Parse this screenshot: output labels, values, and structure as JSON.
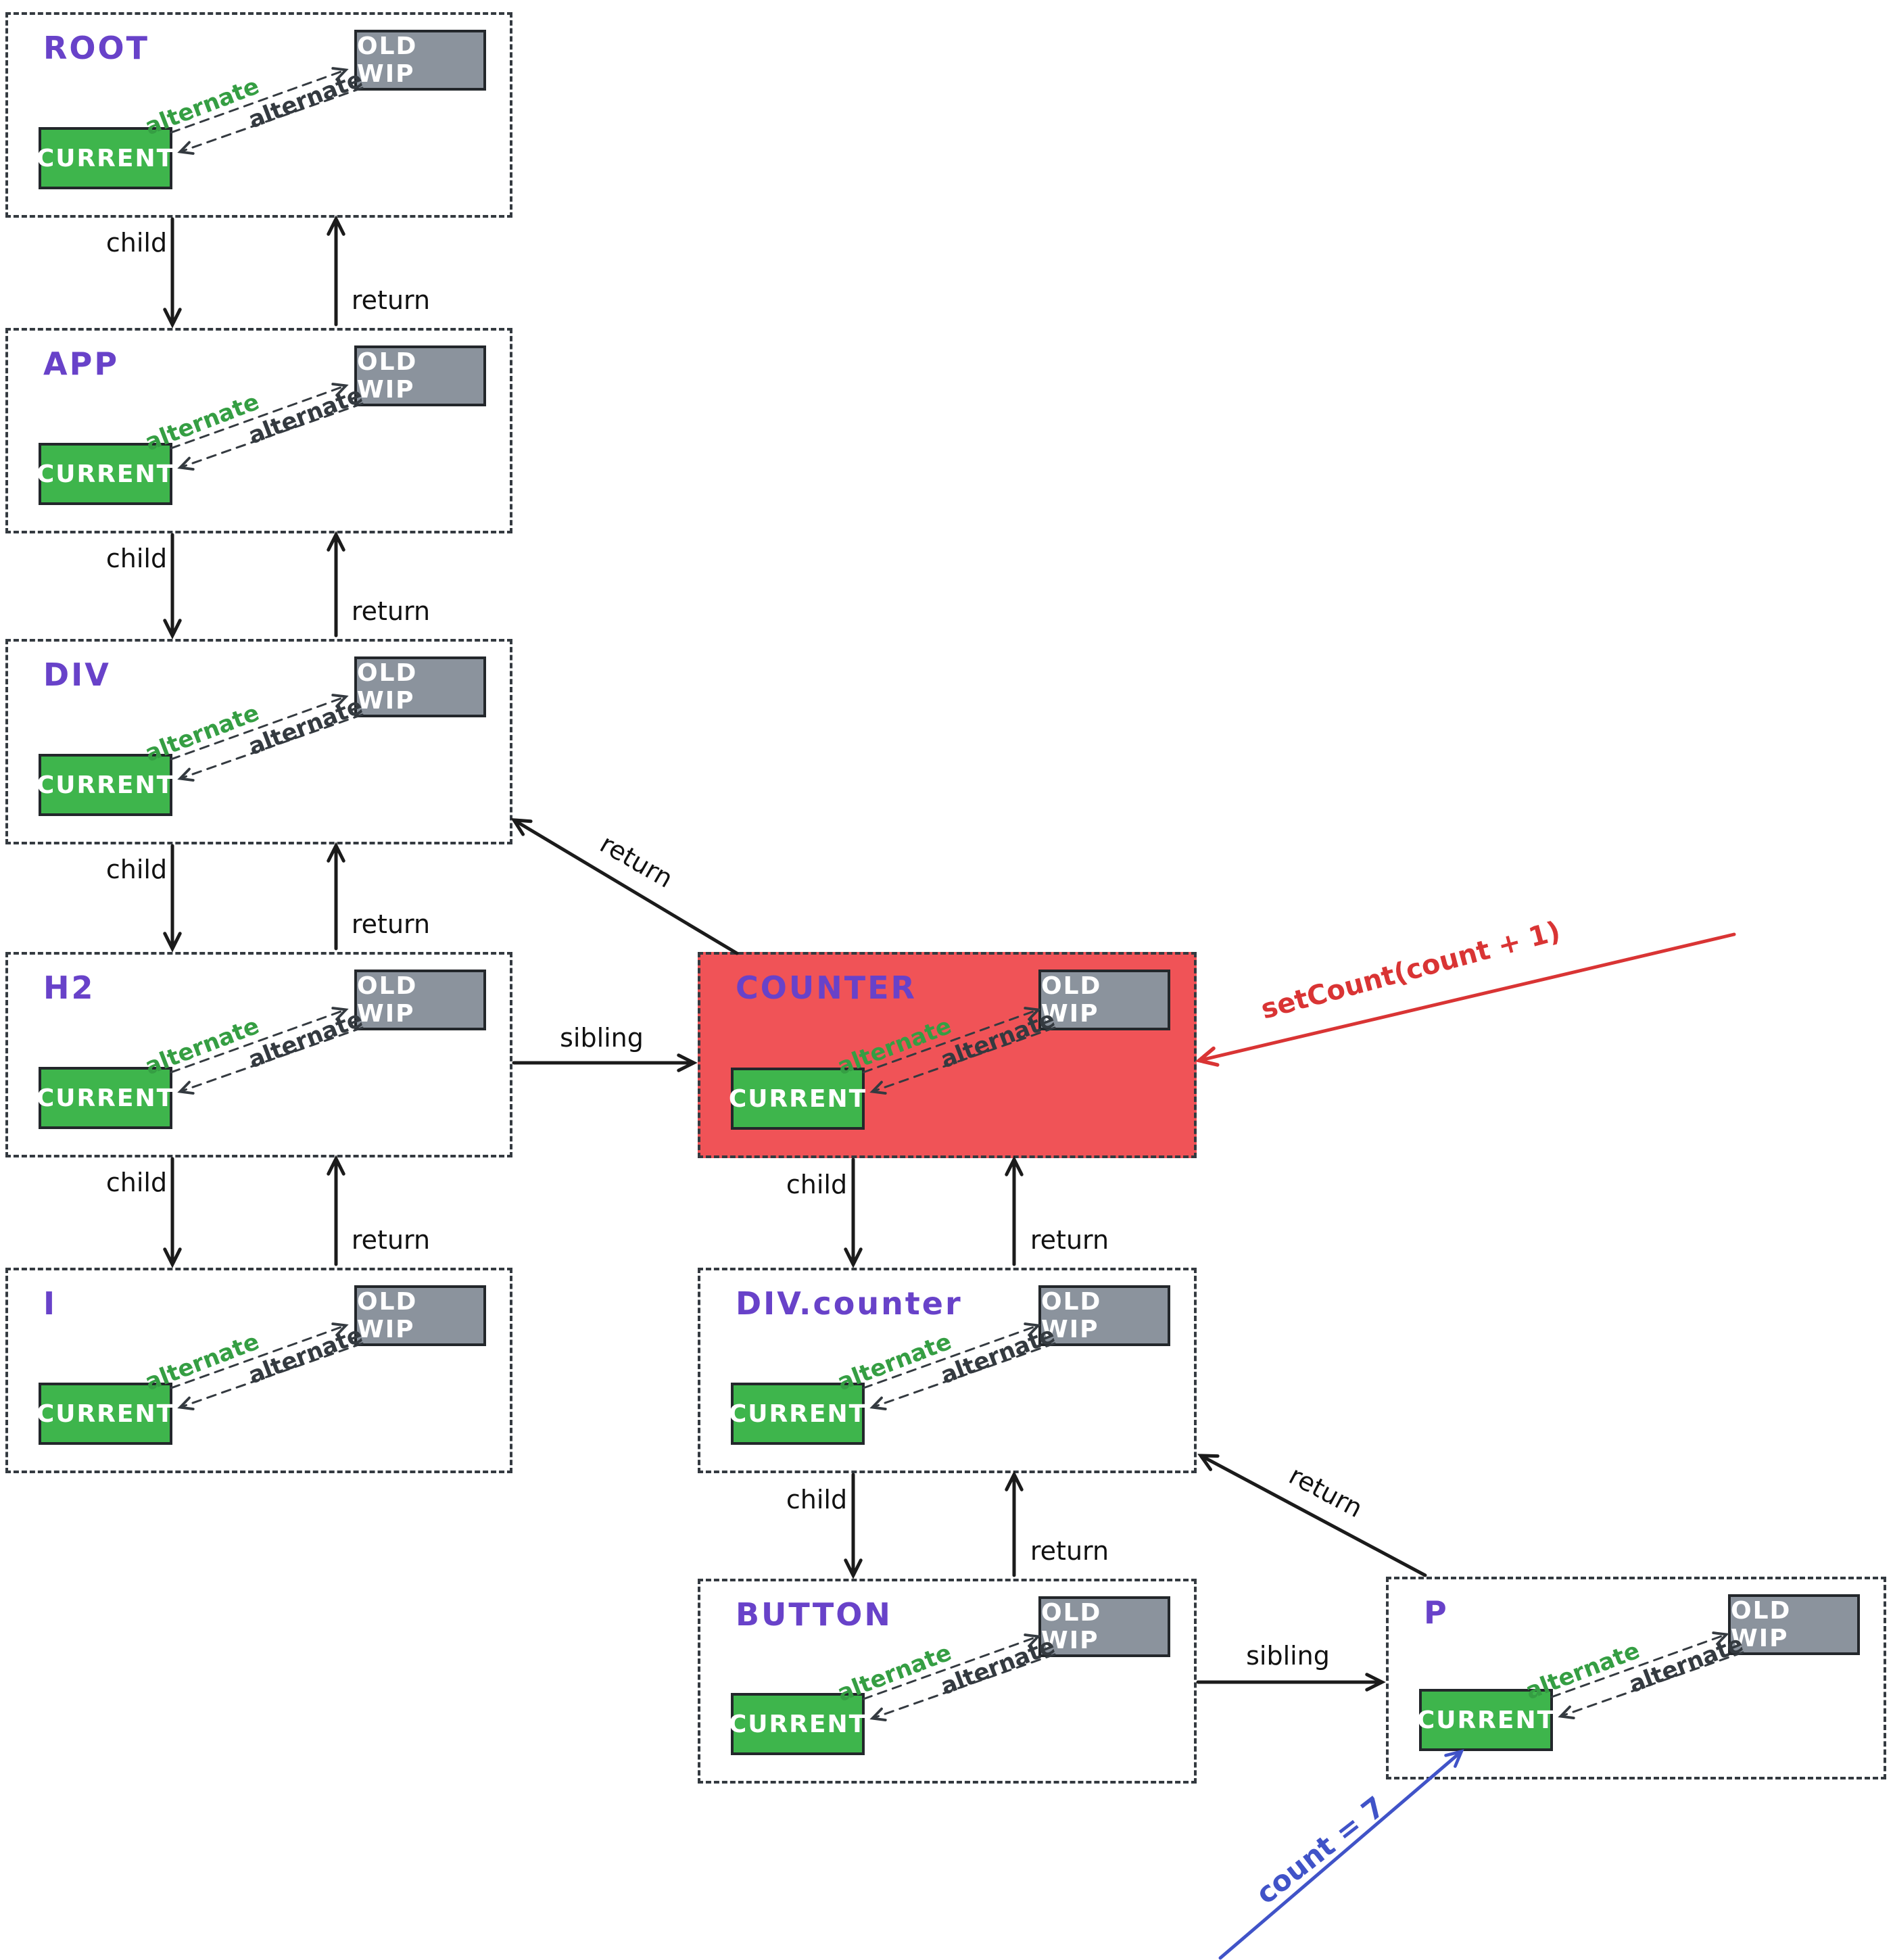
{
  "nodes": [
    {
      "id": "ROOT",
      "label": "ROOT",
      "highlighted": false
    },
    {
      "id": "APP",
      "label": "APP",
      "highlighted": false
    },
    {
      "id": "DIV",
      "label": "DIV",
      "highlighted": false
    },
    {
      "id": "H2",
      "label": "H2",
      "highlighted": false
    },
    {
      "id": "I",
      "label": "I",
      "highlighted": false
    },
    {
      "id": "COUNTER",
      "label": "COUNTER",
      "highlighted": true
    },
    {
      "id": "DIV.counter",
      "label": "DIV.counter",
      "highlighted": false
    },
    {
      "id": "BUTTON",
      "label": "BUTTON",
      "highlighted": false
    },
    {
      "id": "P",
      "label": "P",
      "highlighted": false
    }
  ],
  "node_parts": {
    "current": "CURRENT",
    "old_wip": "OLD WIP",
    "alternate": "alternate"
  },
  "edges": [
    {
      "from": "ROOT",
      "to": "APP",
      "label": "child"
    },
    {
      "from": "APP",
      "to": "ROOT",
      "label": "return"
    },
    {
      "from": "APP",
      "to": "DIV",
      "label": "child"
    },
    {
      "from": "DIV",
      "to": "APP",
      "label": "return"
    },
    {
      "from": "DIV",
      "to": "H2",
      "label": "child"
    },
    {
      "from": "H2",
      "to": "DIV",
      "label": "return"
    },
    {
      "from": "H2",
      "to": "I",
      "label": "child"
    },
    {
      "from": "I",
      "to": "H2",
      "label": "return"
    },
    {
      "from": "H2",
      "to": "COUNTER",
      "label": "sibling"
    },
    {
      "from": "COUNTER",
      "to": "DIV",
      "label": "return"
    },
    {
      "from": "COUNTER",
      "to": "DIV.counter",
      "label": "child"
    },
    {
      "from": "DIV.counter",
      "to": "COUNTER",
      "label": "return"
    },
    {
      "from": "DIV.counter",
      "to": "BUTTON",
      "label": "child"
    },
    {
      "from": "BUTTON",
      "to": "DIV.counter",
      "label": "return"
    },
    {
      "from": "BUTTON",
      "to": "P",
      "label": "sibling"
    },
    {
      "from": "P",
      "to": "DIV.counter",
      "label": "return"
    }
  ],
  "annotations": [
    {
      "text": "setCount(count + 1)",
      "color": "#d93434",
      "points_to": "COUNTER"
    },
    {
      "text": "count = 7",
      "color": "#4053c8",
      "points_to": "P CURRENT"
    }
  ],
  "colors": {
    "node_title": "#6842c9",
    "highlight_fill": "#f05357",
    "current_fill": "#3eb54c",
    "old_wip_fill": "#8b939d",
    "alternate_green": "#359e43",
    "edge_black": "#1b1b1b",
    "annotation_red": "#d93434",
    "annotation_blue": "#4053c8"
  }
}
